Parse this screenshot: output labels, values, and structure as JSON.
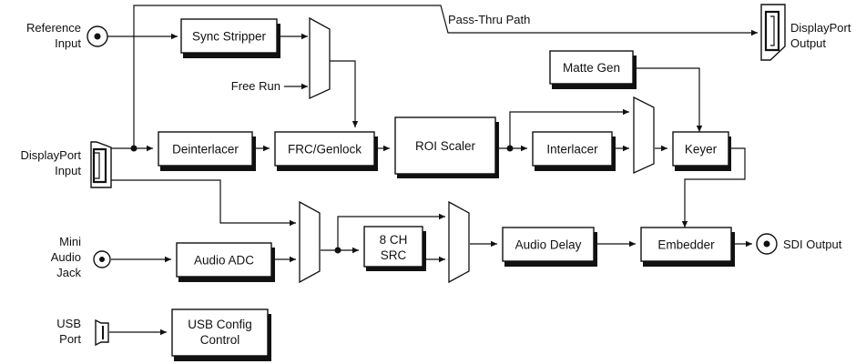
{
  "labels": {
    "reference_input": [
      "Reference",
      "Input"
    ],
    "displayport_input": [
      "DisplayPort",
      "Input"
    ],
    "mini_audio_jack": [
      "Mini",
      "Audio",
      "Jack"
    ],
    "usb_port": [
      "USB",
      "Port"
    ],
    "free_run": "Free Run",
    "pass_thru_path": "Pass-Thru Path",
    "displayport_output": [
      "DisplayPort",
      "Output"
    ],
    "sdi_output": "SDI Output"
  },
  "blocks": {
    "sync_stripper": [
      "Sync Stripper"
    ],
    "deinterlacer": [
      "Deinterlacer"
    ],
    "frc_genlock": [
      "FRC/Genlock"
    ],
    "roi_scaler": [
      "ROI Scaler"
    ],
    "interlacer": [
      "Interlacer"
    ],
    "matte_gen": [
      "Matte Gen"
    ],
    "keyer": [
      "Keyer"
    ],
    "audio_adc": [
      "Audio ADC"
    ],
    "src_8ch": [
      "8 CH",
      "SRC"
    ],
    "audio_delay": [
      "Audio Delay"
    ],
    "embedder": [
      "Embedder"
    ],
    "usb_config": [
      "USB Config",
      "Control"
    ]
  }
}
